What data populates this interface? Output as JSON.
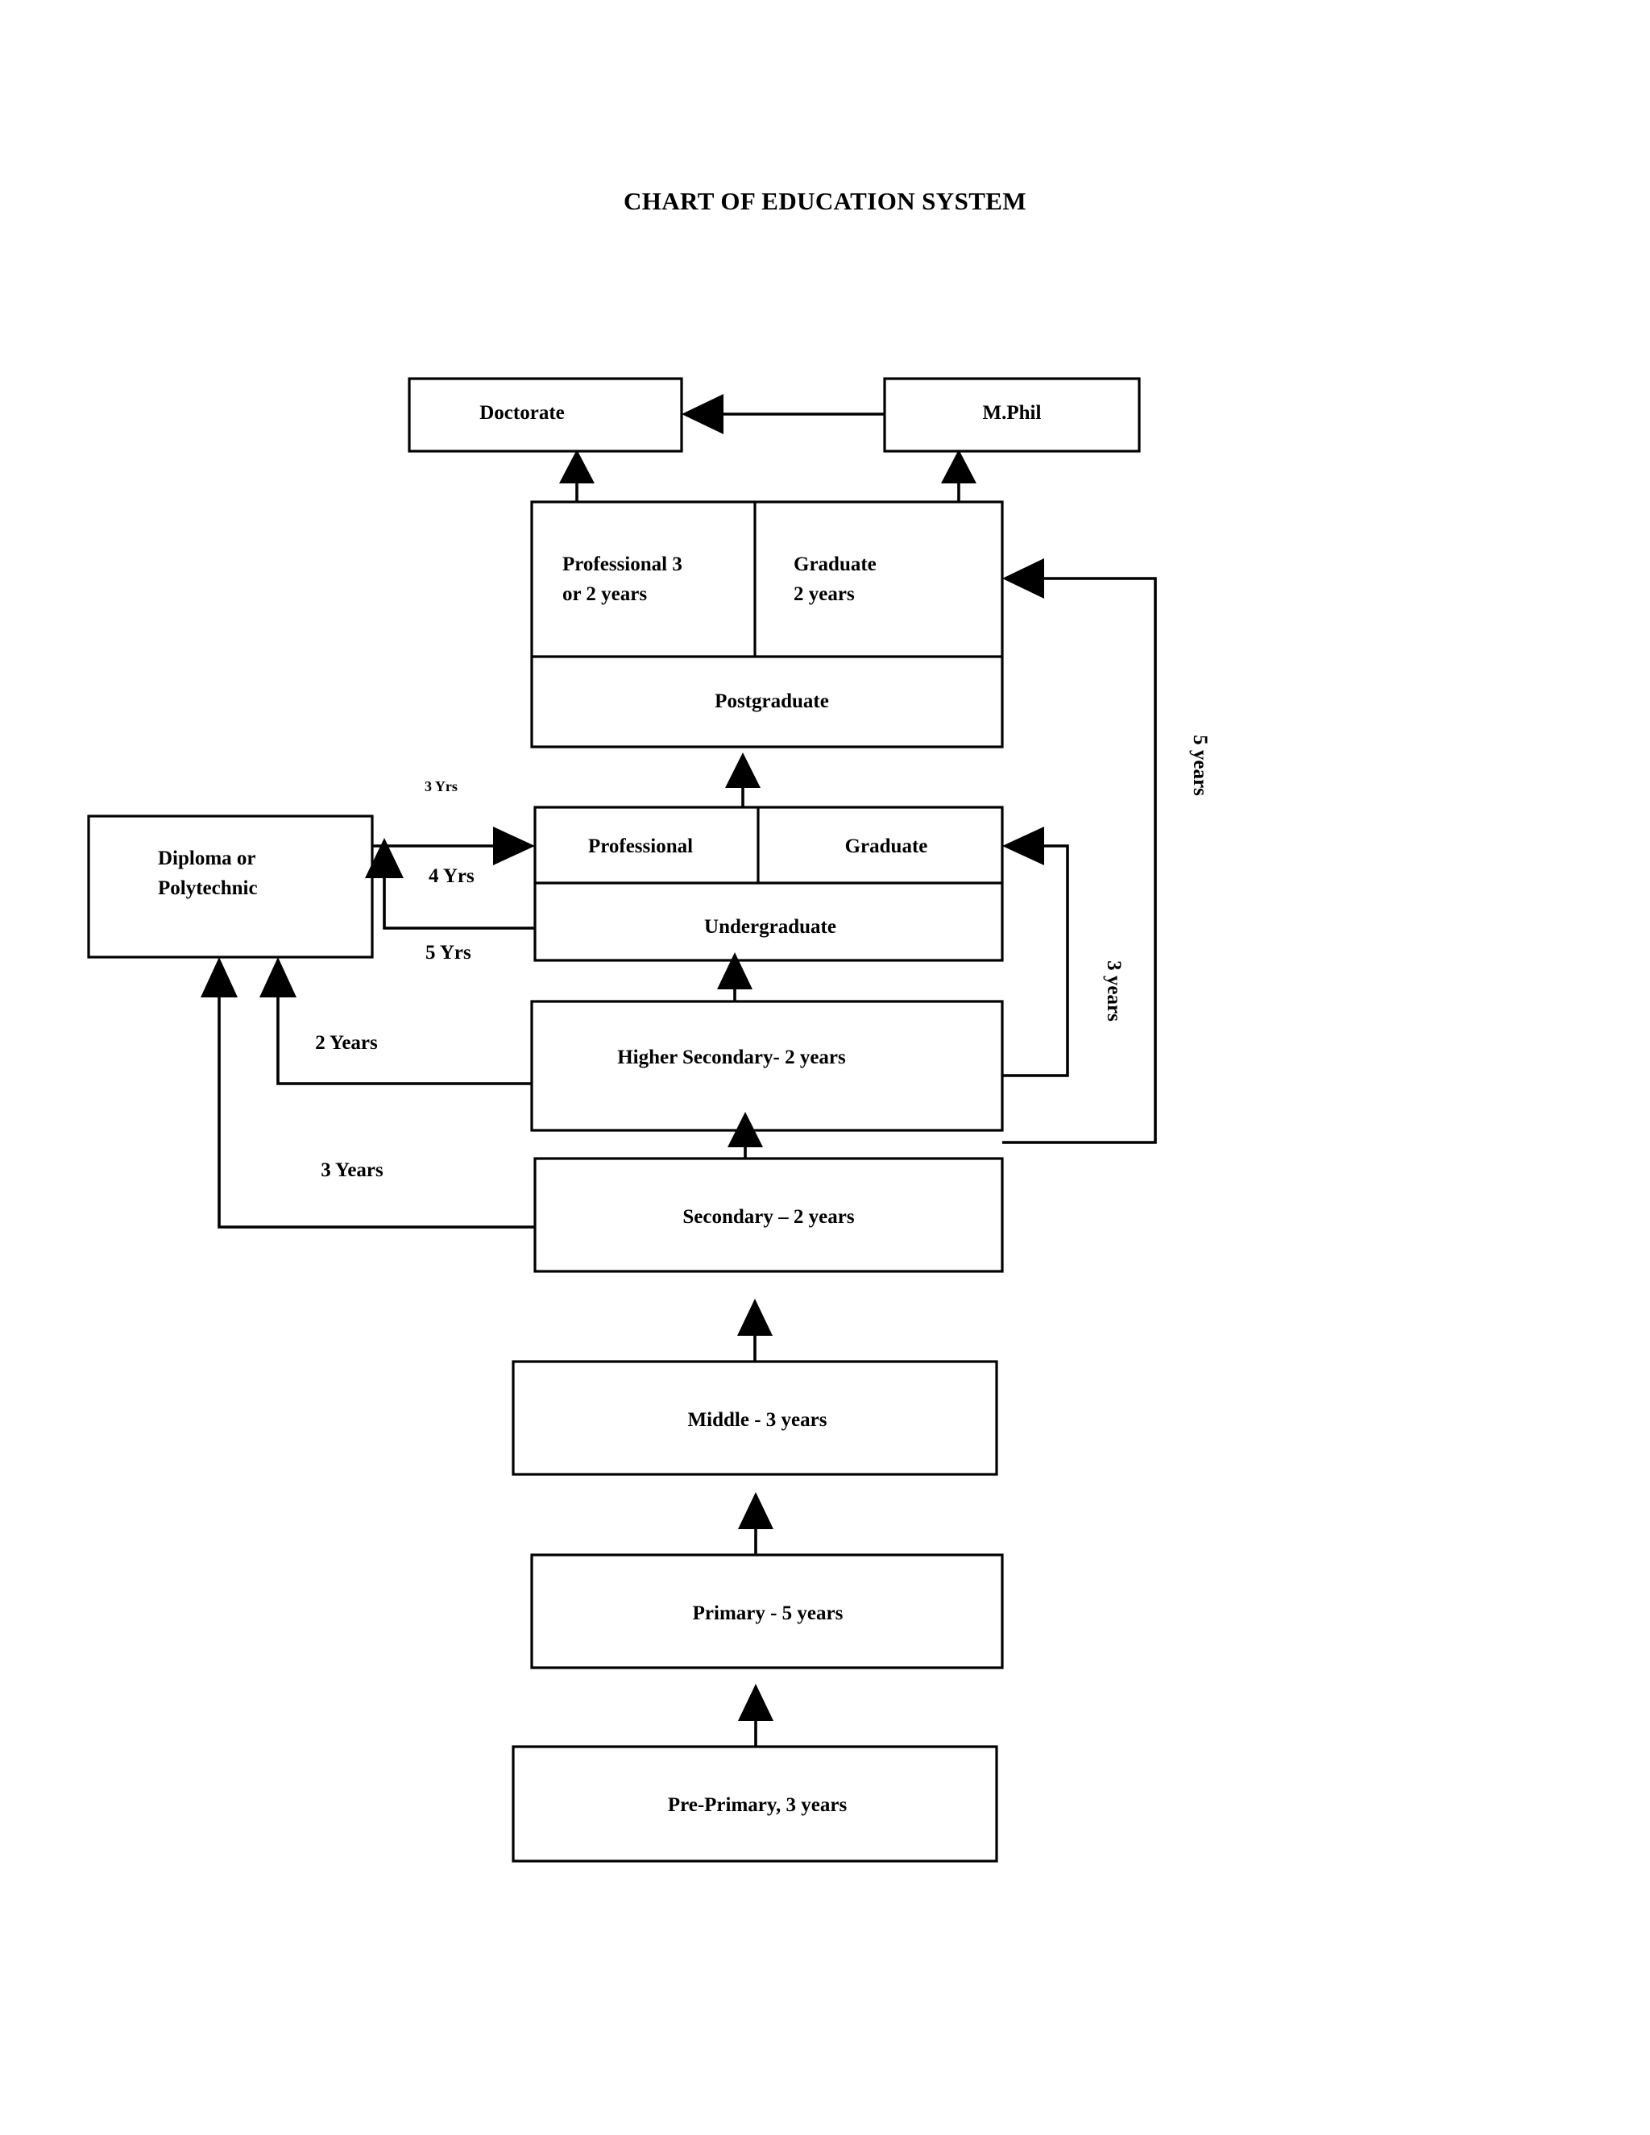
{
  "title": "CHART OF EDUCATION SYSTEM",
  "chart_data": {
    "type": "diagram",
    "title": "CHART OF EDUCATION SYSTEM",
    "diagram_kind": "flowchart",
    "orientation": "bottom-to-top progression",
    "nodes": [
      {
        "id": "doctorate",
        "label": "Doctorate",
        "level": "Doctoral"
      },
      {
        "id": "mphil",
        "label": "M.Phil",
        "level": "Doctoral"
      },
      {
        "id": "pg_professional",
        "label": "Professional 3\nor 2 years",
        "line1": "Professional 3",
        "line2": "or 2 years",
        "level": "Postgraduate"
      },
      {
        "id": "pg_graduate",
        "label": "Graduate\n2 years",
        "line1": "Graduate",
        "line2": "2 years",
        "level": "Postgraduate"
      },
      {
        "id": "postgraduate",
        "label": "Postgraduate",
        "level": "Postgraduate"
      },
      {
        "id": "diploma",
        "label": "Diploma or\nPolytechnic",
        "line1": "Diploma or",
        "line2": "Polytechnic",
        "level": "Diploma"
      },
      {
        "id": "ug_professional",
        "label": "Professional",
        "level": "Undergraduate"
      },
      {
        "id": "ug_graduate",
        "label": "Graduate",
        "level": "Undergraduate"
      },
      {
        "id": "undergraduate",
        "label": "Undergraduate",
        "level": "Undergraduate"
      },
      {
        "id": "higher_secondary",
        "label": "Higher Secondary- 2 years",
        "level": "School",
        "duration_years": 2
      },
      {
        "id": "secondary",
        "label": "Secondary – 2 years",
        "level": "School",
        "duration_years": 2
      },
      {
        "id": "middle",
        "label": "Middle - 3 years",
        "level": "School",
        "duration_years": 3
      },
      {
        "id": "primary",
        "label": "Primary - 5 years",
        "level": "School",
        "duration_years": 5
      },
      {
        "id": "pre_primary",
        "label": "Pre-Primary, 3 years",
        "level": "School",
        "duration_years": 3
      }
    ],
    "edges": [
      {
        "from": "mphil",
        "to": "doctorate",
        "label": ""
      },
      {
        "from": "postgraduate",
        "to": "doctorate",
        "label": ""
      },
      {
        "from": "postgraduate",
        "to": "mphil",
        "label": ""
      },
      {
        "from": "undergraduate",
        "to": "postgraduate",
        "label": ""
      },
      {
        "from": "diploma",
        "to": "ug_professional",
        "label": "3 Yrs"
      },
      {
        "from": "undergraduate",
        "to": "diploma",
        "label": "4 Yrs"
      },
      {
        "from": "undergraduate",
        "to": "diploma",
        "label": "5 Yrs"
      },
      {
        "from": "higher_secondary",
        "to": "undergraduate",
        "label": ""
      },
      {
        "from": "higher_secondary",
        "to": "diploma",
        "label": "2 Years"
      },
      {
        "from": "secondary",
        "to": "diploma",
        "label": "3 Years"
      },
      {
        "from": "higher_secondary",
        "to": "ug_graduate",
        "label": "3 years"
      },
      {
        "from": "higher_secondary",
        "to": "pg_graduate",
        "label": "5  years"
      },
      {
        "from": "secondary",
        "to": "higher_secondary",
        "label": ""
      },
      {
        "from": "middle",
        "to": "secondary",
        "label": ""
      },
      {
        "from": "primary",
        "to": "middle",
        "label": ""
      },
      {
        "from": "pre_primary",
        "to": "primary",
        "label": ""
      }
    ]
  },
  "nodes": {
    "doctorate": {
      "label": "Doctorate"
    },
    "mphil": {
      "label": "M.Phil"
    },
    "pg_professional": {
      "line1": "Professional 3",
      "line2": "or 2 years"
    },
    "pg_graduate": {
      "line1": "Graduate",
      "line2": "2 years"
    },
    "postgraduate": {
      "label": "Postgraduate"
    },
    "diploma": {
      "line1": "Diploma or",
      "line2": "Polytechnic"
    },
    "ug_professional": {
      "label": "Professional"
    },
    "ug_graduate": {
      "label": "Graduate"
    },
    "undergraduate": {
      "label": "Undergraduate"
    },
    "higher_secondary": {
      "label": "Higher Secondary- 2 years"
    },
    "secondary": {
      "label": "Secondary – 2 years"
    },
    "middle": {
      "label": "Middle - 3 years"
    },
    "primary": {
      "label": "Primary - 5 years"
    },
    "pre_primary": {
      "label": "Pre-Primary, 3 years"
    }
  },
  "edge_labels": {
    "diploma_to_professional": "3 Yrs",
    "ug_to_diploma_4": "4 Yrs",
    "ug_to_diploma_5": "5 Yrs",
    "hs_to_diploma": "2 Years",
    "sec_to_diploma": "3 Years",
    "hs_to_ug_graduate": "3 years",
    "hs_to_pg_graduate": "5  years"
  },
  "colors": {
    "stroke": "#000000",
    "fill": "#ffffff",
    "text": "#000000"
  }
}
